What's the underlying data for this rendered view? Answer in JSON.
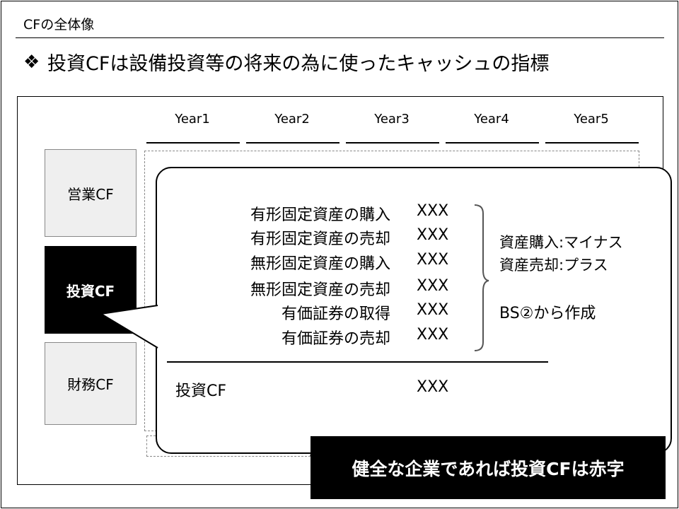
{
  "header": {
    "section_title": "CFの全体像",
    "bullet_glyph": "❖",
    "headline": "投資CFは設備投資等の将来の為に使ったキャッシュの指標"
  },
  "years": [
    "Year1",
    "Year2",
    "Year3",
    "Year4",
    "Year5"
  ],
  "cf_categories": {
    "operating": "営業CF",
    "investing": "投資CF",
    "financing": "財務CF"
  },
  "callout": {
    "items": [
      {
        "label": "有形固定資産の購入",
        "value": "XXX"
      },
      {
        "label": "有形固定資産の売却",
        "value": "XXX"
      },
      {
        "label": "無形固定資産の購入",
        "value": "XXX"
      },
      {
        "label": "無形固定資産の売却",
        "value": "XXX"
      },
      {
        "label": "有価証券の取得",
        "value": "XXX"
      },
      {
        "label": "有価証券の売却",
        "value": "XXX"
      }
    ],
    "notes": {
      "purchase": "資産購入:マイナス",
      "sale": "資産売却:プラス",
      "source": "BS②から作成"
    },
    "total": {
      "label": "投資CF",
      "value": "XXX"
    }
  },
  "banner": "健全な企業であれば投資CFは赤字"
}
